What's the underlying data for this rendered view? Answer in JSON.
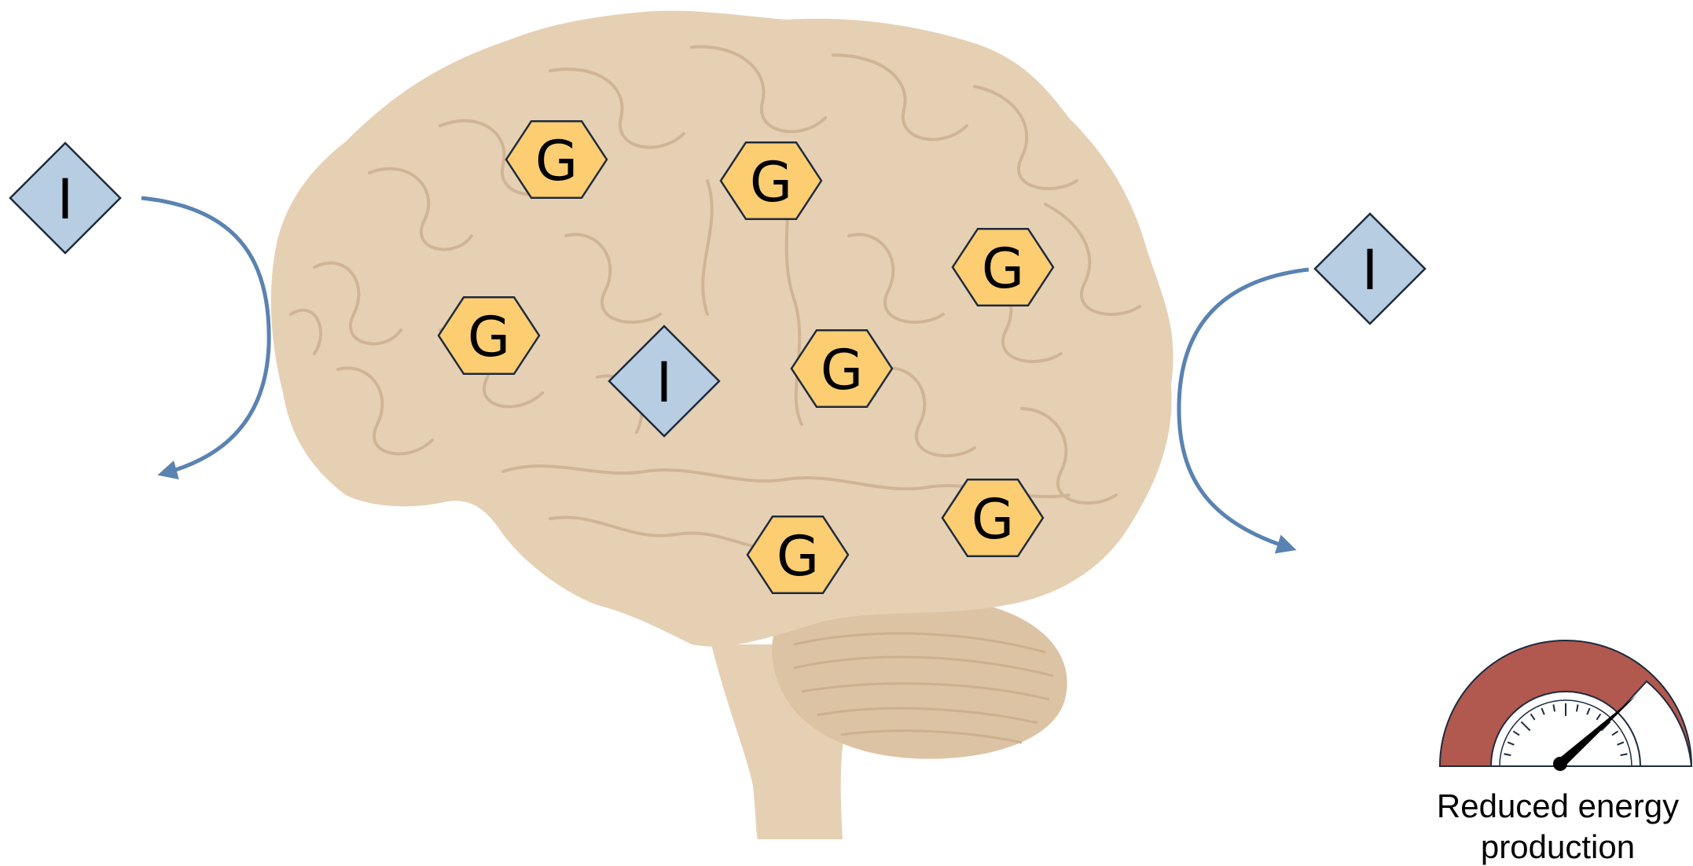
{
  "colors": {
    "background": "#ffffff",
    "brain_fill": "#e6d0b4",
    "brain_fold": "#cfb596",
    "glucose_fill": "#fdcd72",
    "insulin_fill": "#b7cde2",
    "arrow": "#5a82b2",
    "gauge_red": "#b1584f",
    "outline": "#1e2b3d"
  },
  "glucose_markers": [
    {
      "label": "G"
    },
    {
      "label": "G"
    },
    {
      "label": "G"
    },
    {
      "label": "G"
    },
    {
      "label": "G"
    },
    {
      "label": "G"
    },
    {
      "label": "G"
    }
  ],
  "insulin_markers": [
    {
      "label": "I"
    },
    {
      "label": "I"
    },
    {
      "label": "I"
    }
  ],
  "gauge": {
    "caption_line1": "Reduced energy",
    "caption_line2": "production",
    "needle_icon": "speedometer-icon"
  }
}
